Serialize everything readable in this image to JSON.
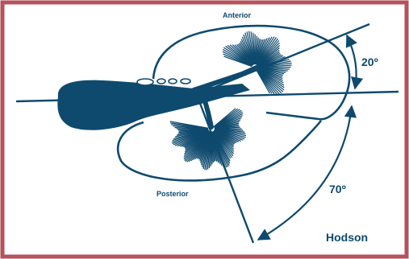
{
  "labels": {
    "anterior": "Anterior",
    "posterior": "Posterior",
    "angle_upper": "20º",
    "angle_lower": "70º",
    "credit": "Hodson"
  },
  "colors": {
    "frame": "#b5525a",
    "ink": "#0e4a6e",
    "background": "#ffffff"
  }
}
